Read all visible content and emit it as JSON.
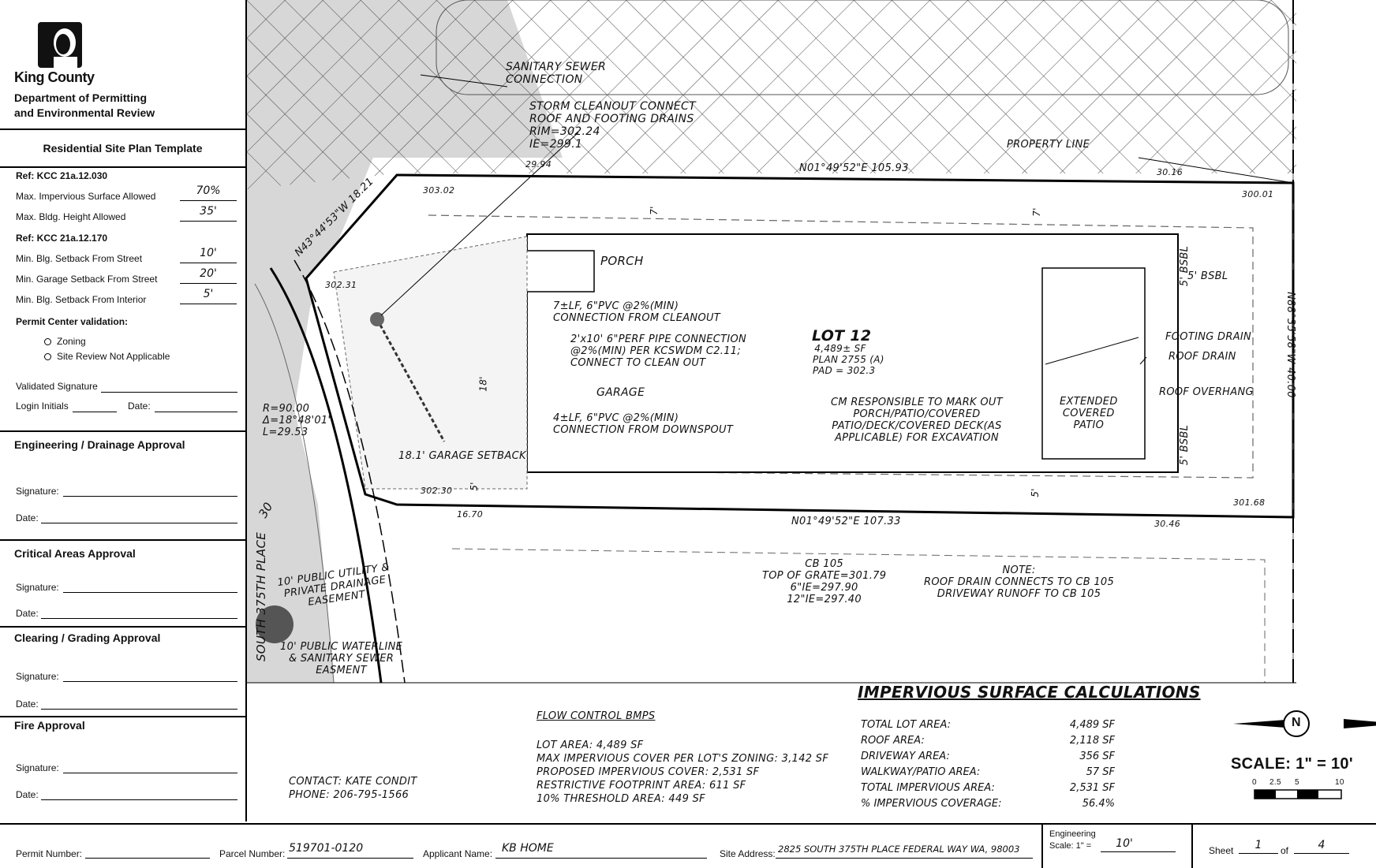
{
  "sidebar": {
    "org_line1": "King County",
    "org_line2": "Department of Permitting",
    "org_line3": "and Environmental Review",
    "template_title": "Residential Site Plan Template",
    "ref1": "Ref: KCC 21a.12.030",
    "impervious_label": "Max. Impervious Surface Allowed",
    "impervious_value": "70%",
    "height_label": "Max. Bldg. Height Allowed",
    "height_value": "35'",
    "ref2": "Ref: KCC 21a.12.170",
    "street_setback_label": "Min. Blg. Setback From Street",
    "street_setback_value": "10'",
    "garage_setback_label": "Min. Garage Setback From Street",
    "garage_setback_value": "20'",
    "interior_setback_label": "Min. Blg. Setback From Interior",
    "interior_setback_value": "5'",
    "permit_center_label": "Permit Center validation:",
    "option_zoning": "Zoning",
    "option_site_review": "Site Review Not Applicable",
    "validated_signature_label": "Validated Signature",
    "login_initials_label": "Login Initials",
    "date_label": "Date:",
    "signature_label": "Signature:",
    "approvals": [
      "Engineering / Drainage Approval",
      "Critical Areas Approval",
      "Clearing / Grading Approval",
      "Fire Approval"
    ]
  },
  "plan": {
    "street_name": "SOUTH 375TH PLACE",
    "street_number": "30",
    "lot_title": "LOT 12",
    "lot_area": "4,489± SF",
    "lot_plan": "PLAN 2755 (A)",
    "lot_pad": "PAD = 302.3",
    "porch": "PORCH",
    "garage": "GARAGE",
    "extended_patio": [
      "EXTENDED",
      "COVERED",
      "PATIO"
    ],
    "sanitary_sewer": [
      "SANITARY SEWER",
      "CONNECTION"
    ],
    "storm_cleanout": [
      "STORM CLEANOUT CONNECT",
      "ROOF AND FOOTING DRAINS",
      "RIM=302.24",
      "IE=299.1"
    ],
    "pvc_cleanout": [
      "7±LF, 6\"PVC @2%(MIN)",
      "CONNECTION FROM CLEANOUT"
    ],
    "perf_pipe": [
      "2'x10' 6\"PERF PIPE CONNECTION",
      "@2%(MIN) PER KCSWDM C2.11;",
      "CONNECT TO CLEAN OUT"
    ],
    "pvc_downspout": [
      "4±LF, 6\"PVC @2%(MIN)",
      "CONNECTION FROM DOWNSPOUT"
    ],
    "cm_note": [
      "CM RESPONSIBLE TO MARK OUT",
      "PORCH/PATIO/COVERED",
      "PATIO/DECK/COVERED DECK(AS",
      "APPLICABLE) FOR EXCAVATION"
    ],
    "property_line": "PROPERTY LINE",
    "footing_drain": "FOOTING DRAIN",
    "roof_drain": "ROOF DRAIN",
    "roof_overhang": "ROOF OVERHANG",
    "bsbl_5": "5' BSBL",
    "bearing_top": "N01°49'52\"E  105.93",
    "bearing_bottom": "N01°49'52\"E  107.33",
    "bearing_right": "N88°35'58\"W  40.00",
    "bearing_left": "N43°44'53\"W  18.21",
    "elev_303": "303.02",
    "elev_302_31": "302.31",
    "elev_302_30": "302.30",
    "elev_300_01": "300.01",
    "elev_301_68": "301.68",
    "dim_29_94": "29.94",
    "dim_30_16": "30.16",
    "dim_16_70": "16.70",
    "dim_30_46": "30.46",
    "dim_7": "7'",
    "dim_18": "18'",
    "dim_5": "5'",
    "curve": [
      "R=90.00",
      "Δ=18°48'01\"",
      "L=29.53"
    ],
    "garage_setback": "18.1' GARAGE SETBACK",
    "public_utility": [
      "10' PUBLIC UTILITY &",
      "PRIVATE DRAINAGE",
      "EASEMENT"
    ],
    "public_waterline": [
      "10' PUBLIC WATERLINE",
      "& SANITARY SEWER",
      "EASMENT"
    ],
    "cb105": [
      "CB 105",
      "TOP OF GRATE=301.79",
      "6\"IE=297.90",
      "12\"IE=297.40"
    ],
    "note": [
      "NOTE:",
      "ROOF DRAIN CONNECTS TO CB 105",
      "DRIVEWAY RUNOFF TO CB 105"
    ],
    "flow_title": "FLOW CONTROL BMPS",
    "flow_lines": [
      "LOT AREA: 4,489 SF",
      "MAX IMPERVIOUS COVER PER LOT'S ZONING: 3,142 SF",
      "PROPOSED IMPERVIOUS COVER: 2,531 SF",
      "RESTRICTIVE FOOTPRINT AREA: 611 SF",
      "10% THRESHOLD AREA: 449 SF"
    ],
    "contact": [
      "CONTACT: KATE CONDIT",
      "PHONE: 206-795-1566"
    ],
    "calc_title": "IMPERVIOUS SURFACE CALCULATIONS",
    "calc_rows": [
      {
        "label": "TOTAL LOT AREA:",
        "value": "4,489 SF"
      },
      {
        "label": "ROOF AREA:",
        "value": "2,118 SF"
      },
      {
        "label": "DRIVEWAY AREA:",
        "value": "356 SF"
      },
      {
        "label": "WALKWAY/PATIO AREA:",
        "value": "57 SF"
      },
      {
        "label": "TOTAL IMPERVIOUS AREA:",
        "value": "2,531 SF"
      },
      {
        "label": "% IMPERVIOUS COVERAGE:",
        "value": "56.4%"
      }
    ],
    "scale_text": "SCALE:  1\"  =  10'",
    "scale_ticks": [
      "0",
      "2.5",
      "5",
      "10"
    ],
    "north": "N"
  },
  "bottom": {
    "permit_number_label": "Permit Number:",
    "parcel_number_label": "Parcel Number:",
    "parcel_number_value": "519701-0120",
    "applicant_label": "Applicant Name:",
    "applicant_value": "KB HOME",
    "site_address_label": "Site Address:",
    "site_address_value": "2825 SOUTH 375TH PLACE FEDERAL WAY WA, 98003",
    "eng_scale_label1": "Engineering",
    "eng_scale_label2": "Scale: 1\" =",
    "eng_scale_value": "10'",
    "sheet_label": "Sheet",
    "sheet_value": "1",
    "of_label": "of",
    "sheet_total": "4"
  }
}
